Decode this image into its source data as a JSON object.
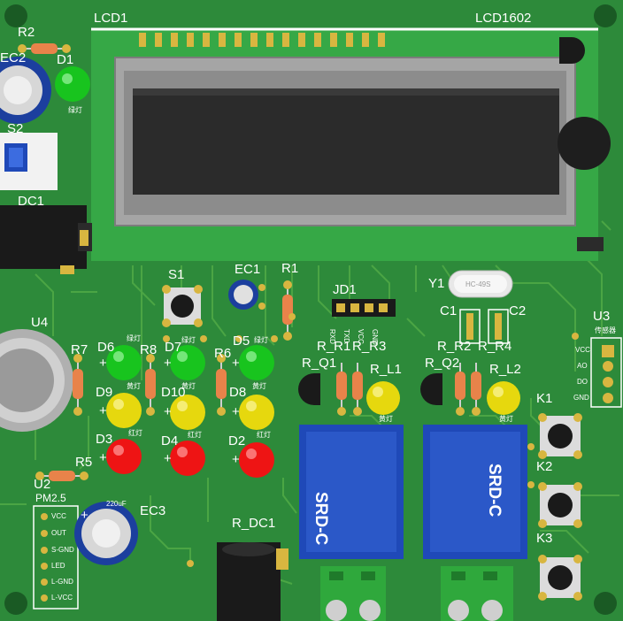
{
  "labels": {
    "lcd1": "LCD1",
    "lcd1602": "LCD1602",
    "r2": "R2",
    "ec2": "EC2",
    "d1": "D1",
    "d1_sub": "绿灯",
    "s2": "S2",
    "dc1": "DC1",
    "s1": "S1",
    "ec1": "EC1",
    "r1": "R1",
    "jd1": "JD1",
    "jd1_pins": [
      "RXD",
      "TXD",
      "VCC",
      "GND"
    ],
    "y1": "Y1",
    "y1_text": "HC-49S",
    "c1": "C1",
    "c2": "C2",
    "u3": "U3",
    "u3_pins": [
      "VCC",
      "AO",
      "DO",
      "GND"
    ],
    "u3_top": "传感器",
    "u4": "U4",
    "r7": "R7",
    "d6": "D6",
    "d6_sub": "绿灯",
    "r8": "R8",
    "d7": "D7",
    "d7_sub": "绿灯",
    "r6": "R6",
    "d5": "D5",
    "d5_sub": "绿灯",
    "d9": "D9",
    "d9_sub": "黄灯",
    "d10": "D10",
    "d10_sub": "黄灯",
    "d8": "D8",
    "d8_sub": "黄灯",
    "d3": "D3",
    "d3_sub": "红灯",
    "d4": "D4",
    "d4_sub": "红灯",
    "d2": "D2",
    "d2_sub": "红灯",
    "r_r1": "R_R1",
    "r_r3": "R_R3",
    "r_q1": "R_Q1",
    "r_l1": "R_L1",
    "r_l1_sub": "黄灯",
    "r_q2": "R_Q2",
    "r_r2": "R_R2",
    "r_r4": "R_R4",
    "r_l2": "R_L2",
    "r_l2_sub": "黄灯",
    "relay1": "SRD-C",
    "relay2": "SRD-C",
    "k1": "K1",
    "k2": "K2",
    "k3": "K3",
    "r5": "R5",
    "u2": "U2",
    "pm25": "PM2.5",
    "u2_pins": [
      "VCC",
      "OUT",
      "S-GND",
      "LED",
      "L-GND",
      "L-VCC"
    ],
    "ec3": "EC3",
    "ec3_val": "220uF",
    "r_dc1": "R_DC1",
    "plus": "+"
  },
  "colors": {
    "board": "#2d8a3a",
    "board_edge": "#1f6b2a",
    "trace": "#4fa846",
    "silk": "#ffffff",
    "pad": "#d8b640",
    "lcd_frame": "#9a9a9a",
    "lcd_screen": "#2b2b2b",
    "lcd_pcb": "#36a846",
    "relay": "#1f49b8",
    "led_green": "#18c41e",
    "led_yellow": "#e6d80e",
    "led_red": "#ee1414",
    "resistor": "#e8834a",
    "terminal": "#2fa83c",
    "cap_blue": "#1c3f9e"
  }
}
